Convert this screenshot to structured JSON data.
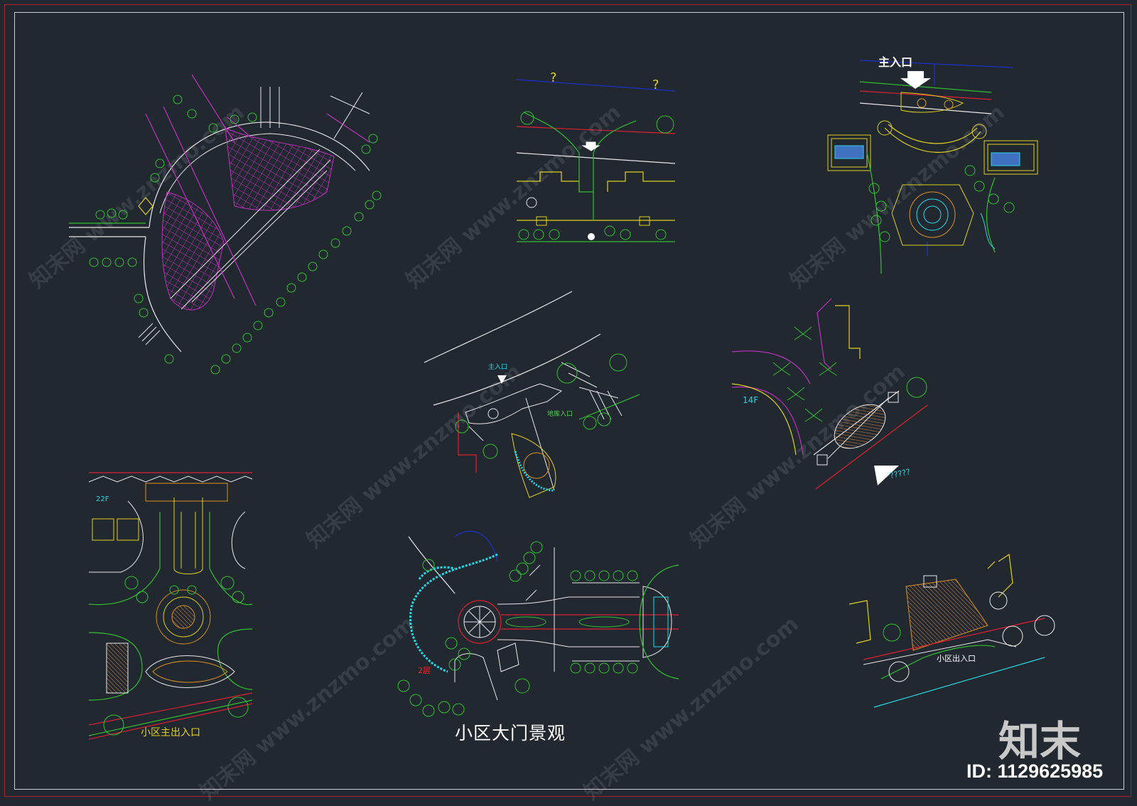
{
  "labels": {
    "main_entrance": "主入口",
    "garage_entrance": "地库入口",
    "floor_14": "14F",
    "floor_22": "22F",
    "floor_2": "2层",
    "question_1": "?",
    "question_2": "?",
    "question_3": "?????",
    "community_exit": "小区出入口",
    "community_main_exit": "小区主出入口",
    "title": "小区大门景观"
  },
  "watermark": {
    "logo": "知末",
    "id": "ID: 1129625985",
    "text": "知末网 www.znzmo.com"
  },
  "colors": {
    "background": "#212830",
    "magenta": "#c030c0",
    "green": "#30c030",
    "yellow": "#e0d020",
    "cyan": "#26d6e6",
    "red": "#e02030",
    "white": "#e8e8e8"
  }
}
